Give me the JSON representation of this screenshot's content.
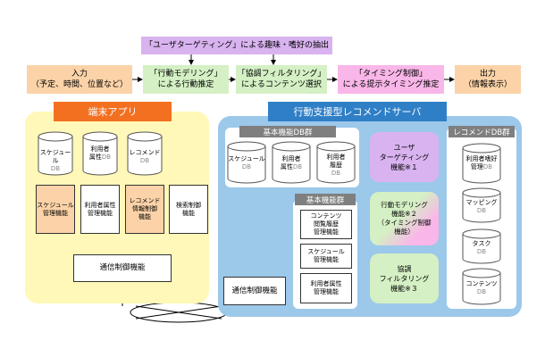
{
  "top_flow": {
    "purple_top": "「ユーザターゲティング」による趣味・嗜好の抽出",
    "input": "入力\n（予定、時間、位置など）",
    "behavior_model": "「行動モデリング」\nによる行動推定",
    "collab_filter": "「協調フィルタリング」\nによるコンテンツ選択",
    "timing_control": "「タイミング制御」\nによる提示タイミング推定",
    "output": "出力\n（情報表示）"
  },
  "terminal_app": {
    "title": "端末アプリ",
    "dbs": [
      {
        "name": "スケジュール",
        "sub": "DB"
      },
      {
        "name": "利用者\n属性",
        "sub": "DB"
      },
      {
        "name": "レコメンド",
        "sub": "DB"
      }
    ],
    "functions": [
      "スケジュール\n管理機能",
      "利用者属性\n管理機能",
      "レコメンド\n情報制御\n機能",
      "検索制御\n機能"
    ],
    "comm": "通信制御機能"
  },
  "server": {
    "title": "行動支援型レコメンドサーバ",
    "basic_db_group": {
      "title": "基本機能DB群",
      "dbs": [
        {
          "name": "スケジュール",
          "sub": "DB"
        },
        {
          "name": "利用者\n属性",
          "sub": "DB"
        },
        {
          "name": "利用者\n履歴",
          "sub": "DB"
        }
      ]
    },
    "basic_func_group": {
      "title": "基本機能群",
      "functions": [
        "コンテンツ\n閲覧履歴\n管理機能",
        "スケジュール\n管理機能",
        "利用者属性\n管理機能"
      ]
    },
    "comm": "通信制御機能",
    "engines": [
      "ユーザ\nターゲティング\n機能※１",
      "行動モデリング\n機能※２\n（タイミング制御\n機能）",
      "協調\nフィルタリング\n機能※３"
    ],
    "rec_db_group": {
      "title": "レコメンドDB群",
      "dbs": [
        {
          "name": "利用者嗜好\n管理",
          "sub": "DB"
        },
        {
          "name": "マッピング",
          "sub": "DB"
        },
        {
          "name": "タスク",
          "sub": "DB"
        },
        {
          "name": "コンテンツ",
          "sub": "DB"
        }
      ]
    }
  },
  "colors": {
    "orange_box": "#fcd3a8",
    "green_box": "#d4f0c4",
    "pink_box": "#f9b6e8",
    "purple_box": "#d9b3f0",
    "terminal_bg": "#fff8b8",
    "terminal_title": "#f37021",
    "server_bg": "#9cc8ea",
    "server_title": "#2f7fc7",
    "group_title": "#7f7f7f"
  }
}
